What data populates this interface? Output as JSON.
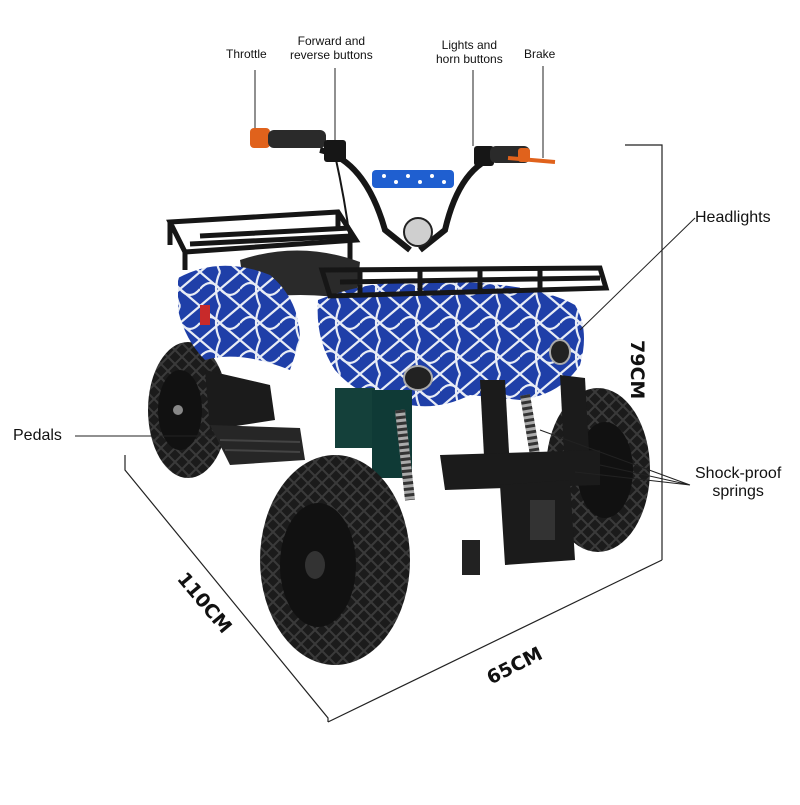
{
  "labels": {
    "throttle": "Throttle",
    "forward_reverse": [
      "Forward and",
      "reverse buttons"
    ],
    "lights_horn": [
      "Lights and",
      "horn buttons"
    ],
    "brake": "Brake",
    "headlights": "Headlights",
    "pedals": "Pedals",
    "shock_proof": [
      "Shock-proof",
      "springs"
    ]
  },
  "dimensions": {
    "height": "79CM",
    "length": "110CM",
    "width": "65CM"
  },
  "colors": {
    "body_blue": "#1f3fa8",
    "web_white": "#e8ecf5",
    "frame_black": "#161616",
    "tire": "#1b1b1b",
    "grip_orange": "#e0621c",
    "seat": "#2a2a2a"
  }
}
